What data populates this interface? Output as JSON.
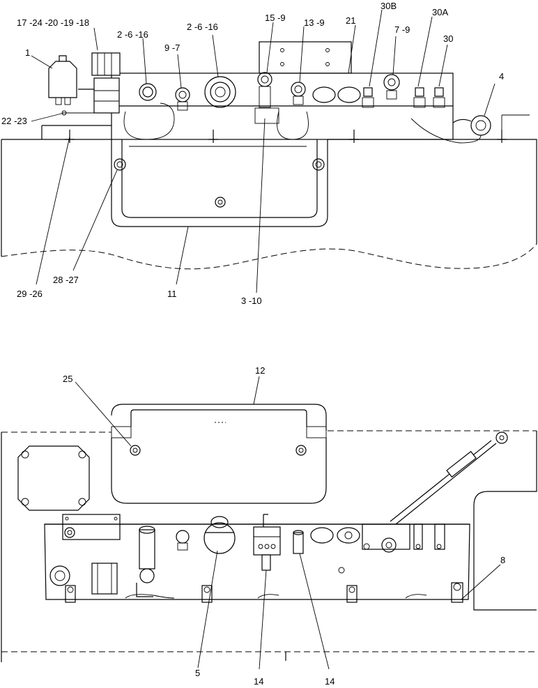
{
  "callouts_top": {
    "c17": "17 -24 -20 -19 -18",
    "c1": "1",
    "c2a": "2 -6 -16",
    "c2b": "2 -6 -16",
    "c97": "9 -7",
    "c159": "15 -9",
    "c139": "13 -9",
    "c21": "21",
    "c30b": "30B",
    "c79": "7 -9",
    "c30a": "30A",
    "c30": "30",
    "c4": "4",
    "c2223": "22 -23",
    "c2926": "29 -26",
    "c2827": "28 -27",
    "c11": "11",
    "c310": "3 -10"
  },
  "callouts_bottom": {
    "c12": "12",
    "c25": "25",
    "c8": "8",
    "c5": "5",
    "c14a": "14",
    "c14b": "14"
  }
}
